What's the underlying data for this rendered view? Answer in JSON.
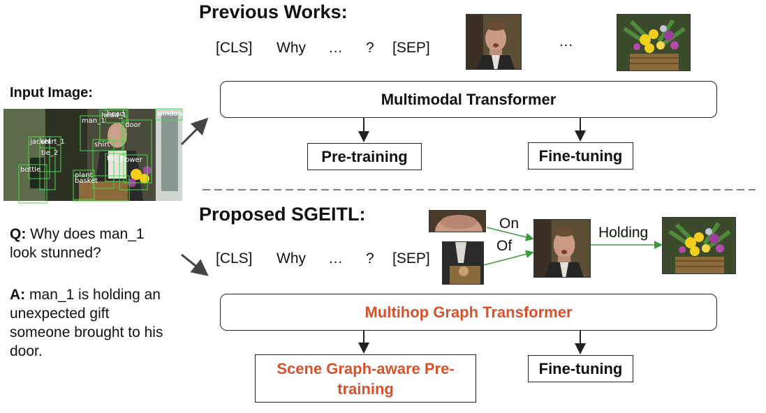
{
  "left": {
    "input_image_label": "Input Image:",
    "detection_labels": [
      "man_1",
      "head_1",
      "head",
      "door",
      "jacket",
      "shirt_1",
      "tie_2",
      "shirt",
      "tie_1",
      "flower",
      "bottle",
      "plant",
      "basket",
      "window"
    ],
    "q_prefix": "Q:",
    "question": "Why does man_1 look stunned?",
    "q_line1": "Why does man_1",
    "q_line2": "look stunned?",
    "a_prefix": "A:",
    "answer": "man_1 is holding an unexpected gift someone brought to his door.",
    "a_line1": "man_1 is holding an",
    "a_line2": "unexpected gift",
    "a_line3": "someone brought to his",
    "a_line4": "door."
  },
  "previous": {
    "title": "Previous Works:",
    "tokens": [
      "[CLS]",
      "Why",
      "…",
      "?",
      "[SEP]"
    ],
    "ellipsis": "…",
    "transformer_label": "Multimodal Transformer",
    "pretraining_label": "Pre-training",
    "finetuning_label": "Fine-tuning"
  },
  "proposed": {
    "title": "Proposed SGEITL:",
    "tokens": [
      "[CLS]",
      "Why",
      "…",
      "?",
      "[SEP]"
    ],
    "edge_on": "On",
    "edge_of": "Of",
    "edge_holding": "Holding",
    "transformer_label": "Multihop Graph Transformer",
    "pretraining_label_line1": "Scene Graph-aware Pre-",
    "pretraining_label_line2": "training",
    "finetuning_label": "Fine-tuning"
  },
  "colors": {
    "accent_red": "#d4532e",
    "graph_green": "#3d9a3d",
    "detection_box_green": "#4cd64c"
  }
}
